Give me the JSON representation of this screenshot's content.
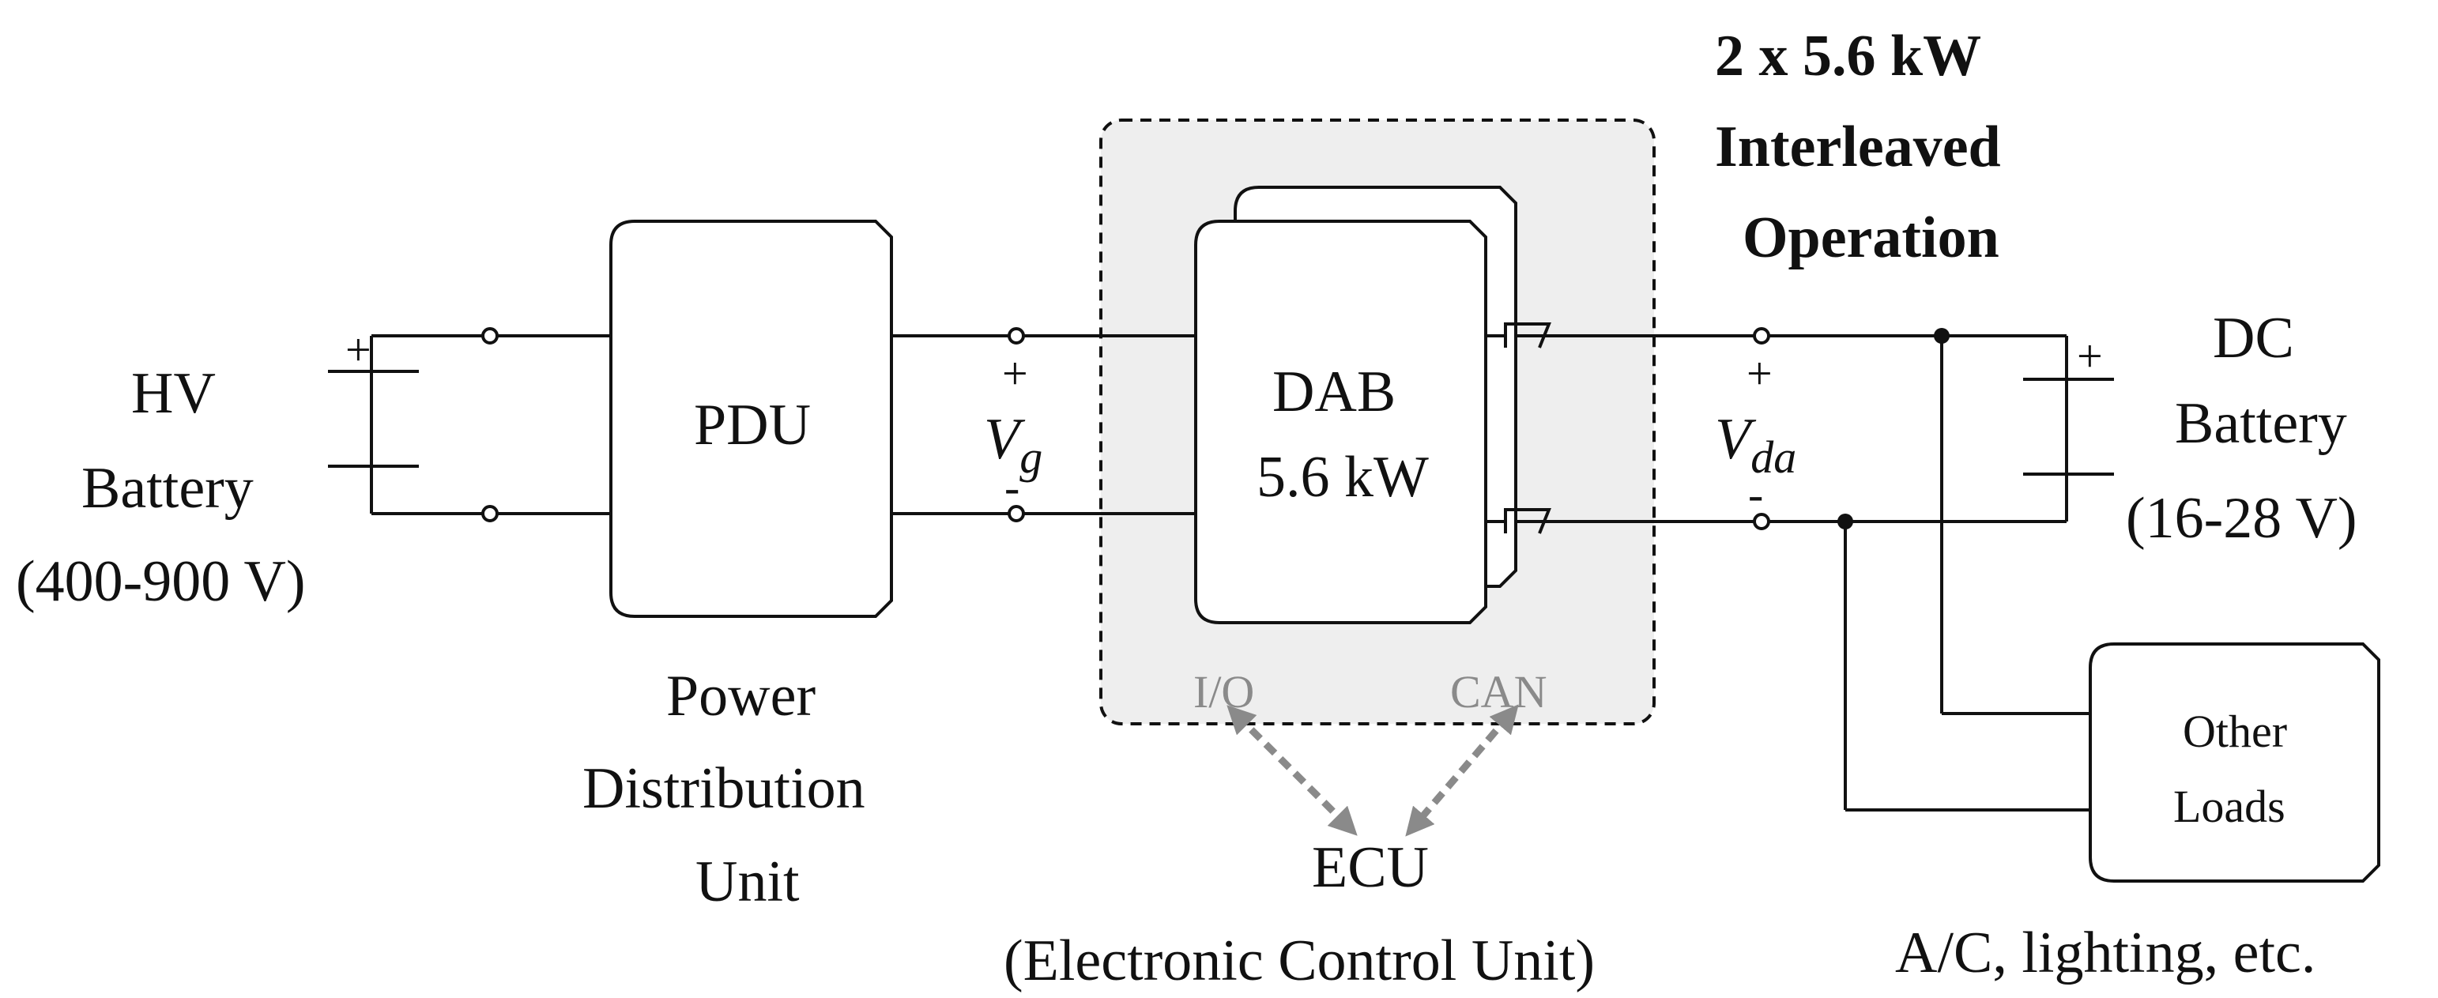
{
  "hv_battery": {
    "line1": "HV",
    "line2": "Battery",
    "line3": "(400-900 V)"
  },
  "pdu": {
    "label": "PDU",
    "desc_line1": "Power",
    "desc_line2": "Distribution",
    "desc_line3": "Unit"
  },
  "vg": {
    "plus": "+",
    "symbol": "V",
    "subscript": "g",
    "minus": "-"
  },
  "dab": {
    "line1": "DAB",
    "line2": "5.6 kW"
  },
  "interleaved": {
    "line1": "2 x 5.6 kW",
    "line2": "Interleaved",
    "line3": "Operation"
  },
  "vda": {
    "plus": "+",
    "symbol": "V",
    "subscript": "da",
    "minus": "-"
  },
  "dc_battery": {
    "line1": "DC",
    "line2": "Battery",
    "line3": "(16-28 V)",
    "plus": "+"
  },
  "hv_plus": "+",
  "ports": {
    "io": "I/O",
    "can": "CAN"
  },
  "ecu": {
    "label": "ECU",
    "desc": "(Electronic Control Unit)"
  },
  "other_loads": {
    "line1": "Other",
    "line2": "Loads",
    "desc": "A/C, lighting, etc."
  },
  "colors": {
    "line": "#111111",
    "shaded_region": "#eeeeee",
    "arrow": "#8a8a8a"
  }
}
